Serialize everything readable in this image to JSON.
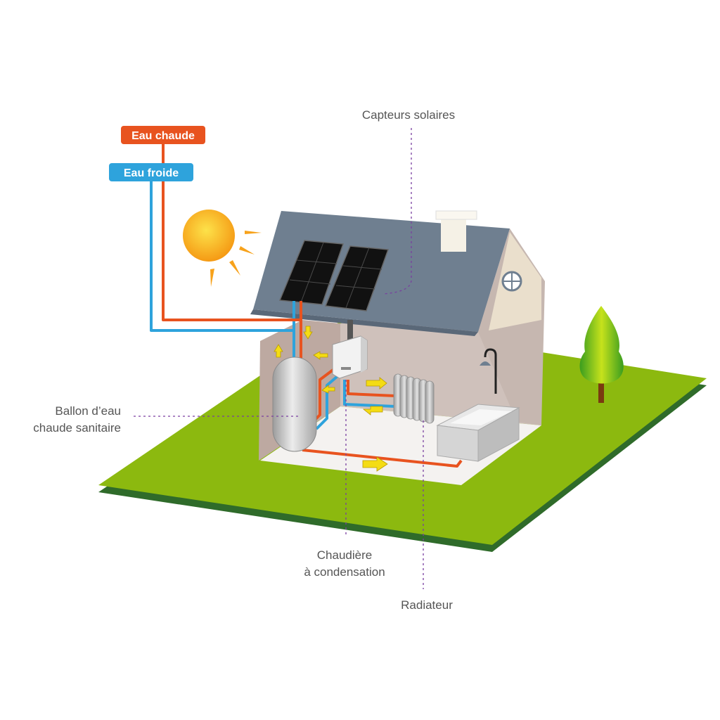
{
  "legend": {
    "hot_water": "Eau chaude",
    "cold_water": "Eau froide"
  },
  "labels": {
    "solar_collectors": "Capteurs solaires",
    "hot_water_tank_line1": "Ballon d’eau",
    "hot_water_tank_line2": "chaude sanitaire",
    "boiler_line1": "Chaudière",
    "boiler_line2": "à condensation",
    "radiator": "Radiateur"
  },
  "colors": {
    "hot": "#e8531f",
    "cold": "#2ea3dc",
    "grass": "#8cb90f",
    "grass_edge": "#2f6b2a",
    "roof": "#6f7f90",
    "wall": "#cfc1bb",
    "leader": "#7a3fa0",
    "arrow": "#f4dc14",
    "sun": "#f7a21b"
  },
  "icons": [
    "sun-icon",
    "tree-icon",
    "shower-icon",
    "bathtub-icon",
    "chimney-icon",
    "window-icon"
  ]
}
